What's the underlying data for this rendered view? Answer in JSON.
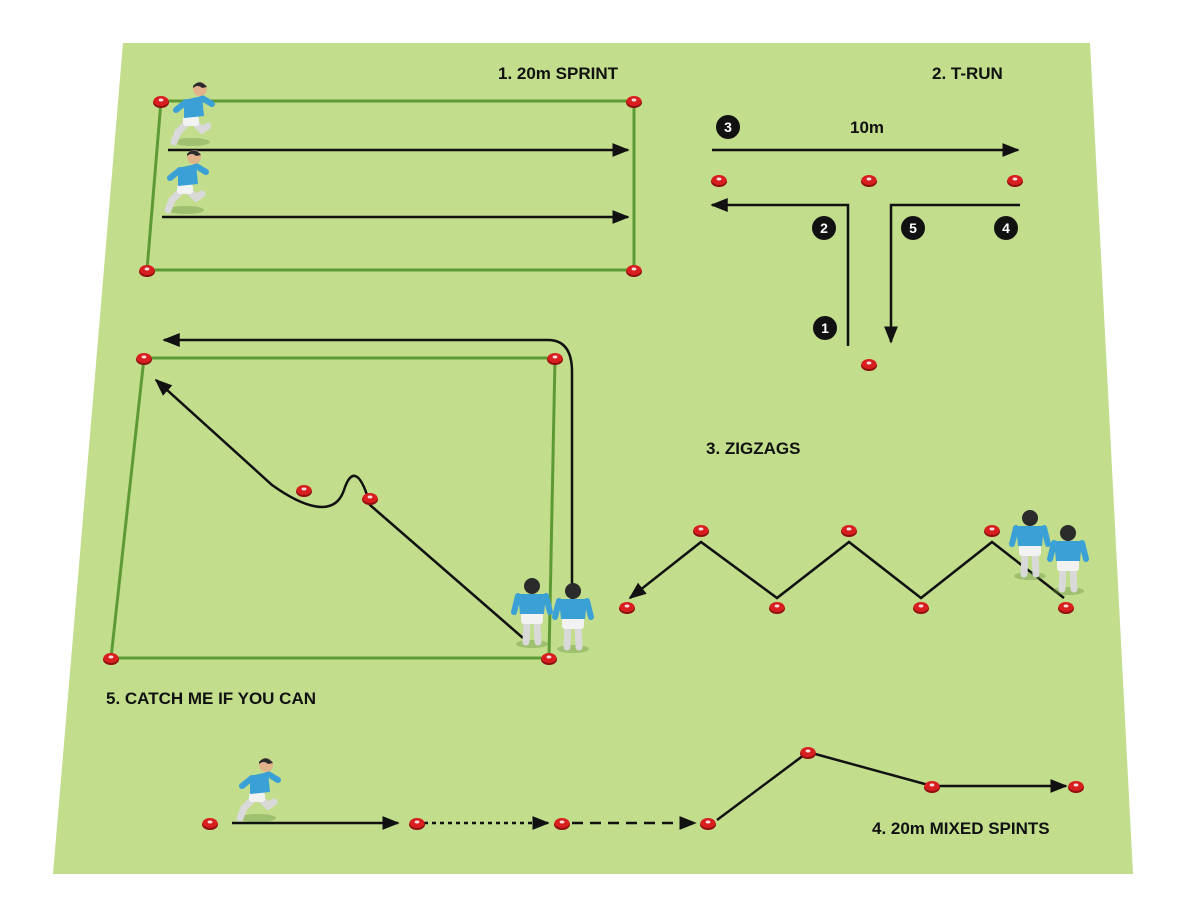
{
  "drills": {
    "sprint": {
      "title": "1. 20m SPRINT"
    },
    "trun": {
      "title": "2. T-RUN",
      "distance_label": "10m",
      "steps": [
        "1",
        "2",
        "3",
        "4",
        "5"
      ]
    },
    "zigzags": {
      "title": "3. ZIGZAGS"
    },
    "mixed": {
      "title": "4. 20m MIXED SPINTS"
    },
    "catch": {
      "title": "5. CATCH ME IF YOU CAN"
    }
  },
  "colors": {
    "field": "#c2dd8c",
    "zone_line": "#5d9a34",
    "cone": "#d81e1e",
    "arrow": "#111111",
    "shirt": "#3aa0d6",
    "shorts": "#f2f2f2"
  }
}
